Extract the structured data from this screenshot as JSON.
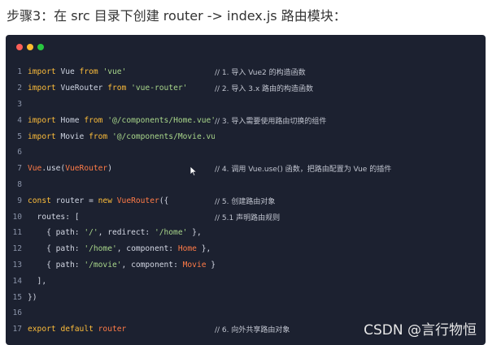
{
  "heading": "步骤3：在 src 目录下创建 router -> index.js 路由模块：",
  "watermark": "CSDN @言行物恒",
  "code_lines": [
    {
      "n": "1",
      "tokens": [
        [
          "kw",
          "import "
        ],
        [
          "id",
          "Vue "
        ],
        [
          "kw",
          "from "
        ],
        [
          "str",
          "'vue'"
        ]
      ],
      "comment": "// 1. 导入 Vue2 的构造函数"
    },
    {
      "n": "2",
      "tokens": [
        [
          "kw",
          "import "
        ],
        [
          "id",
          "VueRouter "
        ],
        [
          "kw",
          "from "
        ],
        [
          "str",
          "'vue-router'"
        ]
      ],
      "comment": "// 2. 导入 3.x 路由的构造函数"
    },
    {
      "n": "3",
      "tokens": [],
      "comment": ""
    },
    {
      "n": "4",
      "tokens": [
        [
          "kw",
          "import "
        ],
        [
          "id",
          "Home "
        ],
        [
          "kw",
          "from "
        ],
        [
          "str",
          "'@/components/Home.vue'"
        ]
      ],
      "comment": "// 3. 导入需要使用路由切换的组件"
    },
    {
      "n": "5",
      "tokens": [
        [
          "kw",
          "import "
        ],
        [
          "id",
          "Movie "
        ],
        [
          "kw",
          "from "
        ],
        [
          "str",
          "'@/components/Movie.vue'"
        ]
      ],
      "comment": ""
    },
    {
      "n": "6",
      "tokens": [],
      "comment": ""
    },
    {
      "n": "7",
      "tokens": [
        [
          "cls",
          "Vue"
        ],
        [
          "plain",
          ".use("
        ],
        [
          "cls",
          "VueRouter"
        ],
        [
          "plain",
          ")"
        ]
      ],
      "comment": "// 4. 调用 Vue.use() 函数，把路由配置为 Vue 的插件"
    },
    {
      "n": "8",
      "tokens": [],
      "comment": ""
    },
    {
      "n": "9",
      "tokens": [
        [
          "kw",
          "const "
        ],
        [
          "id",
          "router "
        ],
        [
          "plain",
          "= "
        ],
        [
          "kw",
          "new "
        ],
        [
          "cls",
          "VueRouter"
        ],
        [
          "plain",
          "({"
        ]
      ],
      "comment": "// 5. 创建路由对象"
    },
    {
      "n": "10",
      "tokens": [
        [
          "plain",
          "  routes: ["
        ]
      ],
      "comment": "// 5.1 声明路由规则"
    },
    {
      "n": "11",
      "tokens": [
        [
          "plain",
          "    { path: "
        ],
        [
          "str",
          "'/'"
        ],
        [
          "plain",
          ", redirect: "
        ],
        [
          "str",
          "'/home'"
        ],
        [
          "plain",
          " },"
        ]
      ],
      "comment": ""
    },
    {
      "n": "12",
      "tokens": [
        [
          "plain",
          "    { path: "
        ],
        [
          "str",
          "'/home'"
        ],
        [
          "plain",
          ", component: "
        ],
        [
          "cls",
          "Home"
        ],
        [
          "plain",
          " },"
        ]
      ],
      "comment": ""
    },
    {
      "n": "13",
      "tokens": [
        [
          "plain",
          "    { path: "
        ],
        [
          "str",
          "'/movie'"
        ],
        [
          "plain",
          ", component: "
        ],
        [
          "cls",
          "Movie"
        ],
        [
          "plain",
          " },"
        ]
      ],
      "comment": ""
    },
    {
      "n": "14",
      "tokens": [
        [
          "plain",
          "  ],"
        ]
      ],
      "comment": ""
    },
    {
      "n": "15",
      "tokens": [
        [
          "plain",
          "})"
        ]
      ],
      "comment": ""
    },
    {
      "n": "16",
      "tokens": [],
      "comment": ""
    },
    {
      "n": "17",
      "tokens": [
        [
          "kw",
          "export "
        ],
        [
          "kw",
          "default "
        ],
        [
          "cls",
          "router"
        ]
      ],
      "comment": "// 6. 向外共享路由对象"
    }
  ],
  "icons": {
    "window_controls": [
      "close-dot",
      "minimize-dot",
      "maximize-dot"
    ],
    "pointer": "mouse-cursor-icon"
  },
  "colors": {
    "code_bg": "#1c2130",
    "keyword": "#fdbd3a",
    "string": "#a8d68a",
    "class": "#ff7b47"
  }
}
